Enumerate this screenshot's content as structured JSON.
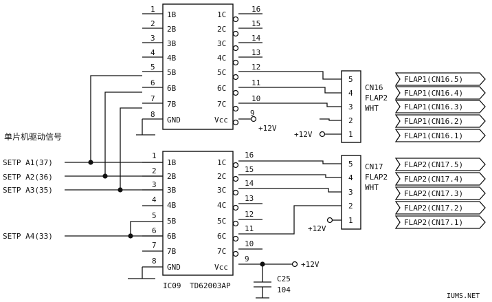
{
  "chips": {
    "top": {
      "inputs": [
        "1B",
        "2B",
        "3B",
        "4B",
        "5B",
        "6B",
        "7B",
        "GND"
      ],
      "outputs": [
        "1C",
        "2C",
        "3C",
        "4C",
        "5C",
        "6C",
        "7C",
        "Vcc"
      ],
      "left_pins": [
        "1",
        "2",
        "3",
        "4",
        "5",
        "6",
        "7",
        "8"
      ],
      "right_pins": [
        "16",
        "15",
        "14",
        "13",
        "12",
        "11",
        "10",
        "9"
      ]
    },
    "bottom": {
      "inputs": [
        "1B",
        "2B",
        "3B",
        "4B",
        "5B",
        "6B",
        "7B",
        "GND"
      ],
      "outputs": [
        "1C",
        "2C",
        "3C",
        "4C",
        "5C",
        "6C",
        "7C",
        "Vcc"
      ],
      "left_pins": [
        "1",
        "2",
        "3",
        "4",
        "5",
        "6",
        "7",
        "8"
      ],
      "right_pins": [
        "16",
        "15",
        "14",
        "13",
        "12",
        "11",
        "10",
        "9"
      ],
      "label_ref": "IC09",
      "label_part": "TD62003AP"
    }
  },
  "connectors": {
    "cn16": {
      "pins": [
        "5",
        "4",
        "3",
        "2",
        "1"
      ],
      "name": "CN16",
      "line2": "FLAP2",
      "line3": "WHT",
      "supply": "+12V"
    },
    "cn17": {
      "pins": [
        "5",
        "4",
        "3",
        "2",
        "1"
      ],
      "name": "CN17",
      "line2": "FLAP2",
      "line3": "WHT",
      "supply": "+12V"
    }
  },
  "outputs_top": [
    "FLAP1(CN16.5)",
    "FLAP1(CN16.4)",
    "FLAP1(CN16.3)",
    "FLAP1(CN16.2)",
    "FLAP1(CN16.1)"
  ],
  "outputs_bottom": [
    "FLAP2(CN17.5)",
    "FLAP2(CN17.4)",
    "FLAP2(CN17.3)",
    "FLAP2(CN17.2)",
    "FLAP2(CN17.1)"
  ],
  "signals": {
    "heading": "单片机驱动信号",
    "a1": "SETP A1(37)",
    "a2": "SETP A2(36)",
    "a3": "SETP A3(35)",
    "a4": "SETP A4(33)"
  },
  "supply_top": "+12V",
  "supply_bottom": "+12V",
  "capacitor": {
    "ref": "C25",
    "value": "104"
  },
  "watermark": "IUMS.NET"
}
